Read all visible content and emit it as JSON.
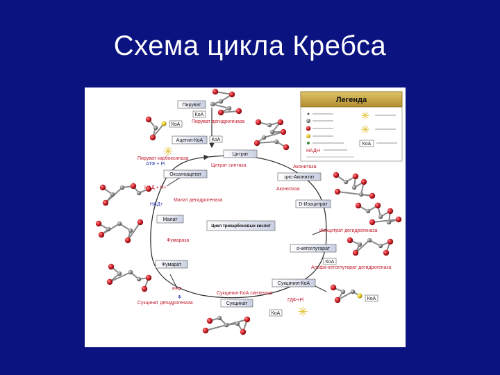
{
  "slide": {
    "title": "Схема цикла Кребса"
  },
  "legend": {
    "title": "Легенда"
  },
  "metabolites": {
    "piruvat": "Пируват",
    "acetyl_coa": "Ацетил-КоА",
    "citrat": "Цитрат",
    "oxaloacetat": "Оксалоацетат",
    "cis_aconitat": "цис-Аконитат",
    "isocitrat": "D-Изоцитрат",
    "malat": "Малат",
    "ketoglutarat": "α-кетоглутарат",
    "fumarat": "Фумарат",
    "succinyl_coa": "Сукцинил-КоА",
    "succinat": "Сукцинат"
  },
  "enzymes": {
    "citrat_synthase": "Цитрат синтаза",
    "aconitase_1": "Аконитаза",
    "aconitase_2": "Аконитаза",
    "malat_dh": "Малат дегидрогеназа",
    "isocitrat_dh": "Изоцитрат дегидрогеназа",
    "fumarase": "Фумараза",
    "ketoglutarat_dh": "Альфа-кетоглутарат дегидрогеназа",
    "succinyl_coa_synthetase": "Сукцинил-КоА синтетаза",
    "succinat_dh": "Сукцинат дегидрогеназа",
    "pyruvate_dh": "Пируват дегидрогеназа",
    "pyruvate_carboxylase": "Пируват карбоксилаза"
  },
  "cofactors": {
    "coa": "КоА",
    "atp_pi": "АТФ + Pi",
    "nad_h": "НАД + H+",
    "nad": "НАД+",
    "nadh": "НАДН",
    "fad_h2": "FH2",
    "fad": "Ф",
    "gdp": "ГДФ+Pi"
  },
  "center_box": "Цикл трикарбоновых кислот",
  "colors": {
    "background": "#0b1380",
    "diagram_bg": "#ffffff",
    "metabolite_box": "#e4e8f2",
    "legend_header": "#c8a84a",
    "oxygen": "#d2222a",
    "carbon": "#7b7b7b",
    "arrow": "#333333"
  }
}
